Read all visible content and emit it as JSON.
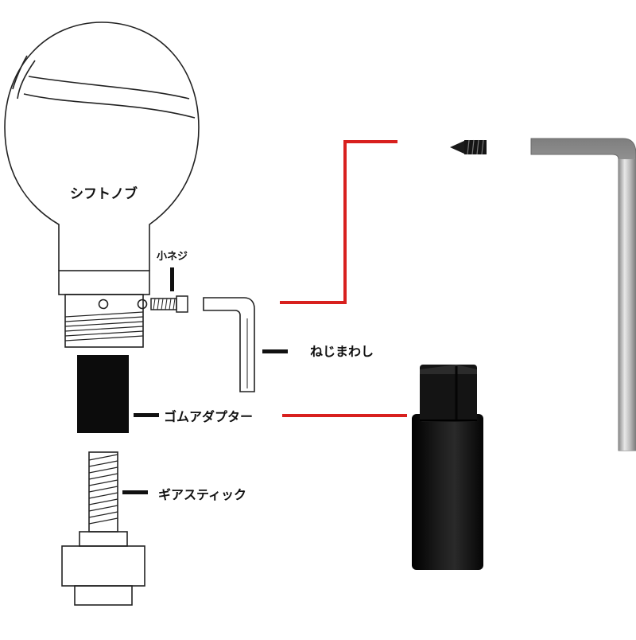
{
  "labels": {
    "shift_knob": "シフトノブ",
    "small_screw": "小ネジ",
    "wrench": "ねじまわし",
    "rubber_adapter": "ゴムアダプター",
    "gear_stick": "ギアスティック"
  },
  "colors": {
    "outline": "#222222",
    "leader_black": "#111111",
    "leader_red": "#d8201e",
    "adapter_black": "#0c0c0c",
    "metal": "#b9b9b9"
  }
}
